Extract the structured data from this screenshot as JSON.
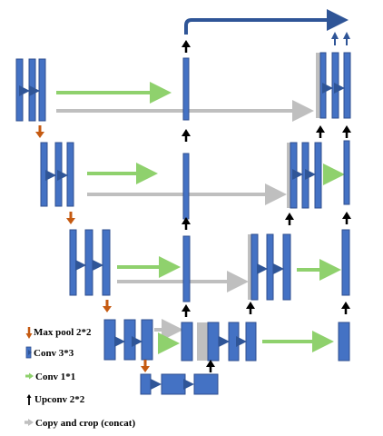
{
  "legend": {
    "items": [
      {
        "icon": "max-pool-arrow-icon",
        "label": "Max pool 2*2",
        "color": "#c55a11"
      },
      {
        "icon": "conv-arrow-icon",
        "label": "Conv 3*3",
        "color": "#2f5597"
      },
      {
        "icon": "conv1x1-arrow-icon",
        "label": "Conv 1*1",
        "color": "#8fd16d"
      },
      {
        "icon": "upconv-arrow-icon",
        "label": "Upconv 2*2",
        "color": "#000000"
      },
      {
        "icon": "copy-crop-arrow-icon",
        "label": "Copy and crop (concat)",
        "color": "#bfbfbf"
      }
    ]
  },
  "colors": {
    "block_fill": "#4472c4",
    "block_stroke": "#2f4f8f",
    "concat_fill": "#bfbfbf",
    "green": "#8fd16d",
    "gray": "#bfbfbf",
    "orange": "#c55a11",
    "black": "#000000"
  }
}
